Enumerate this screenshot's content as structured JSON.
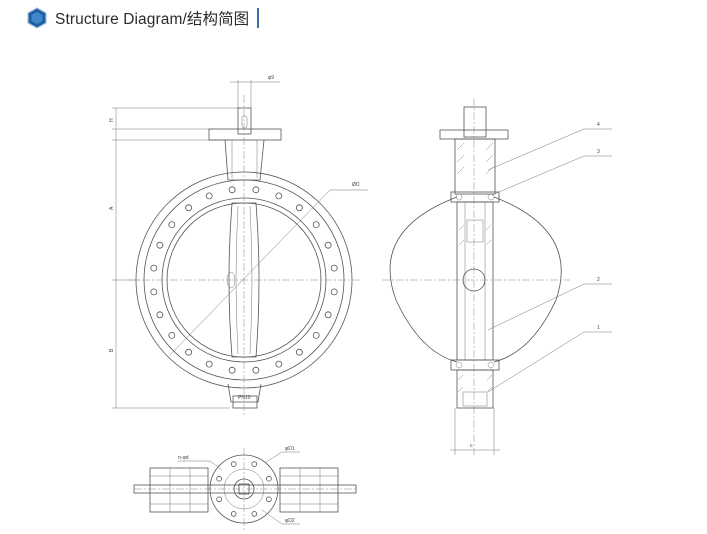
{
  "header": {
    "title": "Structure Diagram/结构简图",
    "icon": "hexagon-icon",
    "accent": "#1f5f9f"
  },
  "dimensions": {
    "stem_width": "φ9",
    "head_height": "H",
    "upper_height": "A",
    "lower_height": "B",
    "bolt_circle": "ØD",
    "bottom_mark": "PN10",
    "face_width": "c"
  },
  "part_numbers": [
    "4",
    "3",
    "2",
    "1"
  ],
  "bottom_view": {
    "bolt_label": "n-φd",
    "outer_dia": "φD1",
    "inner_dia": "φD2"
  }
}
